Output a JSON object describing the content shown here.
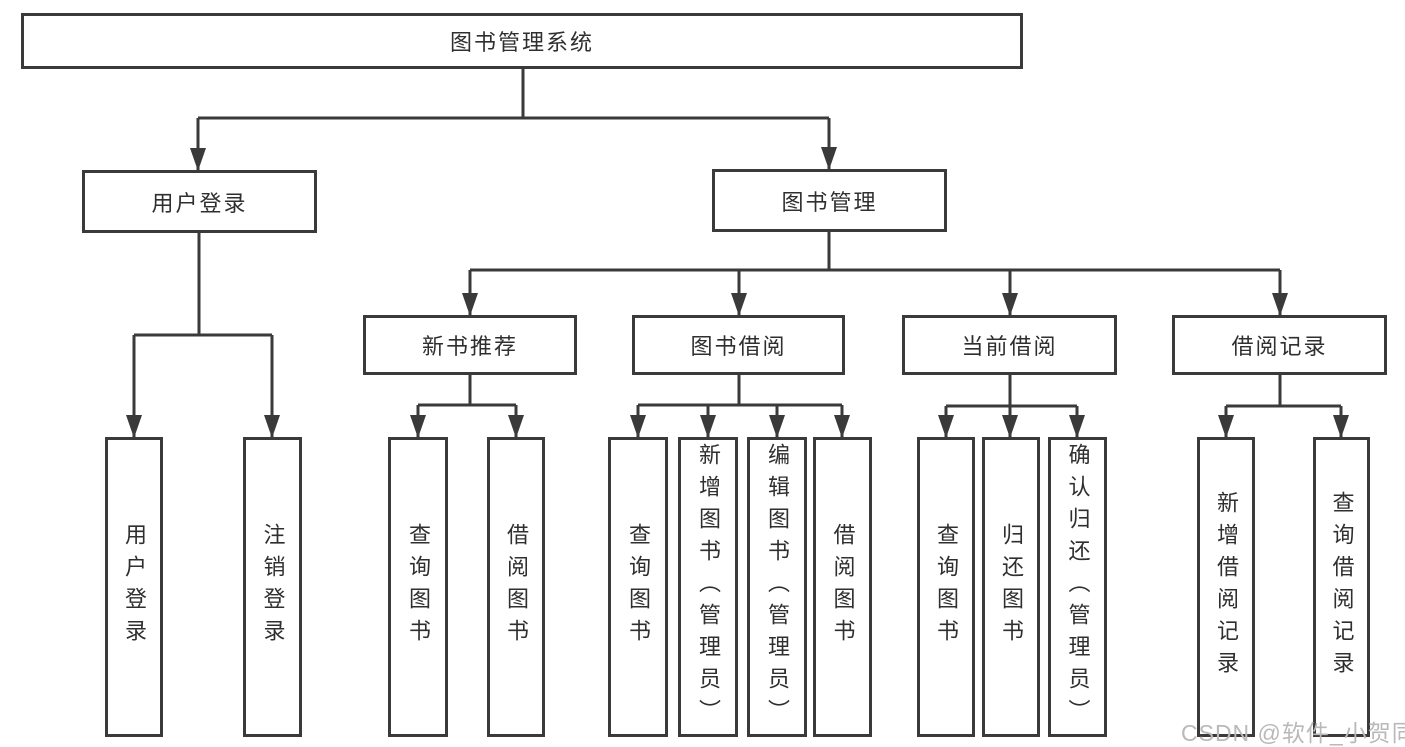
{
  "page": {
    "background": "#ffffff"
  },
  "colors": {
    "line": "#3a3a3a",
    "box_border": "#3a3a3a",
    "box_fill": "#ffffff",
    "text": "#2f2f2f",
    "watermark": "#b9b9b9"
  },
  "watermark": {
    "text": "CSDN @软件_小贺同学"
  },
  "tree": {
    "root": {
      "label": "图书管理系统"
    },
    "branches": [
      {
        "label": "用户登录",
        "children": [
          {
            "label": "用户登录"
          },
          {
            "label": "注销登录"
          }
        ]
      },
      {
        "label": "图书管理",
        "children": [
          {
            "label": "新书推荐",
            "children": [
              {
                "label": "查询图书"
              },
              {
                "label": "借阅图书"
              }
            ]
          },
          {
            "label": "图书借阅",
            "children": [
              {
                "label": "查询图书"
              },
              {
                "label": "新增图书（管理员）"
              },
              {
                "label": "编辑图书（管理员）"
              },
              {
                "label": "借阅图书"
              }
            ]
          },
          {
            "label": "当前借阅",
            "children": [
              {
                "label": "查询图书"
              },
              {
                "label": "归还图书"
              },
              {
                "label": "确认归还（管理员）"
              }
            ]
          },
          {
            "label": "借阅记录",
            "children": [
              {
                "label": "新增借阅记录"
              },
              {
                "label": "查询借阅记录"
              }
            ]
          }
        ]
      }
    ]
  }
}
